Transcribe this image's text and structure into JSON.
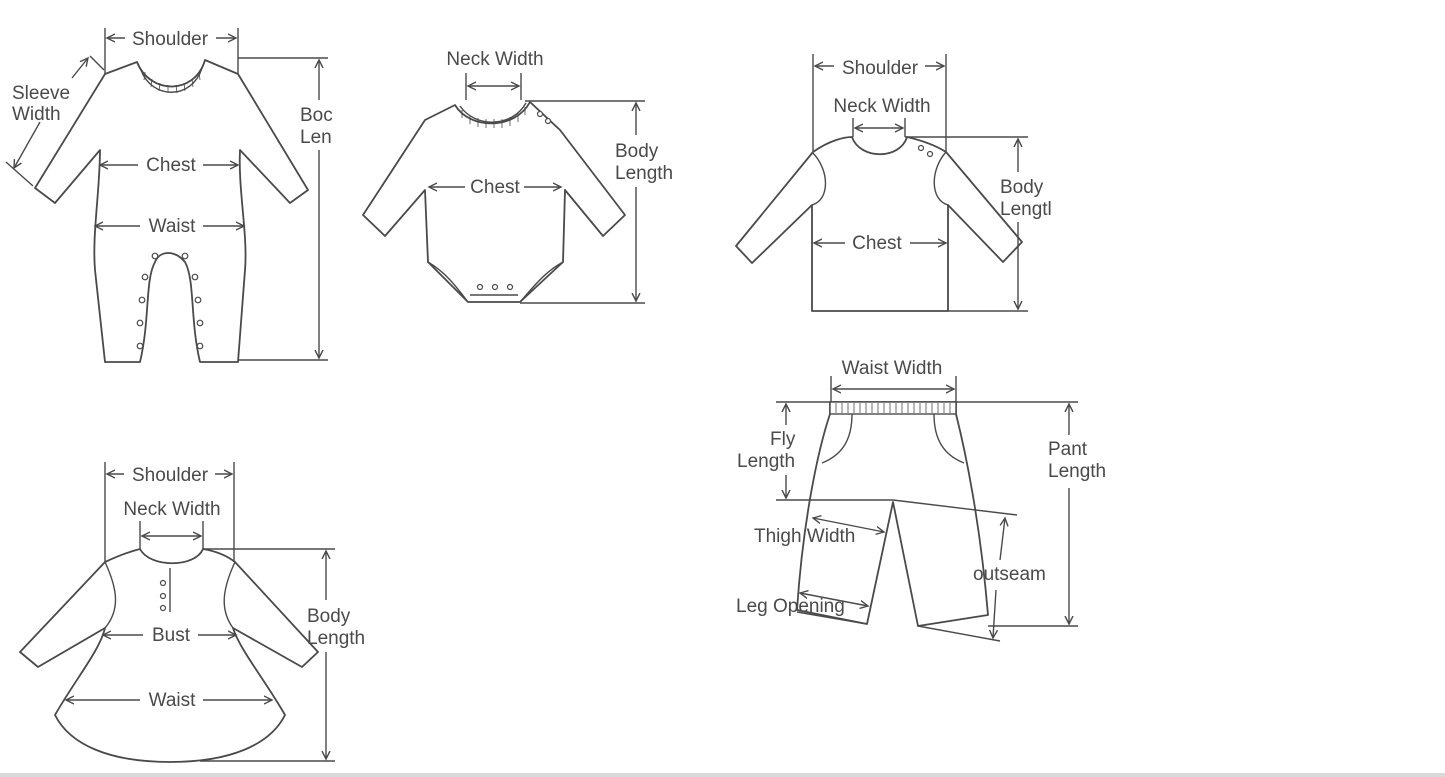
{
  "labels": {
    "romper": {
      "shoulder": "Shoulder",
      "sleeve_width_1": "Sleeve",
      "sleeve_width_2": "Width",
      "chest": "Chest",
      "waist": "Waist",
      "body_length_1": "Boc",
      "body_length_2": "Len"
    },
    "bodysuit": {
      "neck_width": "Neck Width",
      "chest": "Chest",
      "body_length_1": "Body",
      "body_length_2": "Length"
    },
    "shirt": {
      "shoulder": "Shoulder",
      "neck_width": "Neck Width",
      "chest": "Chest",
      "body_length_1": "Body",
      "body_length_2": "Lengtl"
    },
    "dress": {
      "shoulder": "Shoulder",
      "neck_width": "Neck Width",
      "bust": "Bust",
      "waist": "Waist",
      "body_length_1": "Body",
      "body_length_2": "Length"
    },
    "pants": {
      "waist_width": "Waist Width",
      "fly_length_1": "Fly",
      "fly_length_2": "Length",
      "pant_length_1": "Pant",
      "pant_length_2": "Length",
      "thigh_width": "Thigh Width",
      "outseam": "outseam",
      "leg_opening": "Leg Opening"
    }
  },
  "colors": {
    "line": "#4a4a4a",
    "background": "#ffffff"
  }
}
